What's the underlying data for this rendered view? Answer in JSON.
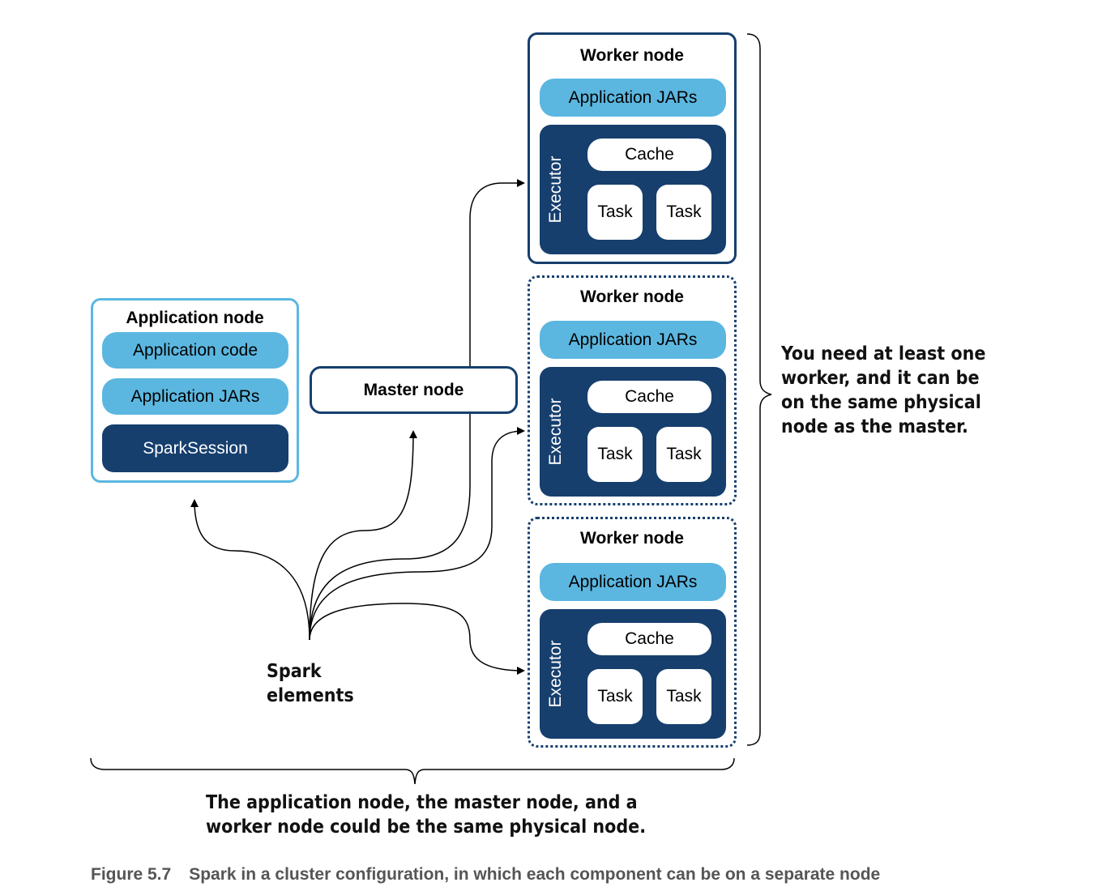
{
  "application_node": {
    "title": "Application node",
    "items": [
      "Application code",
      "Application JARs",
      "SparkSession"
    ]
  },
  "master_node": {
    "label": "Master node"
  },
  "workers": [
    {
      "title": "Worker node",
      "jars": "Application JARs",
      "executor": "Executor",
      "cache": "Cache",
      "tasks": [
        "Task",
        "Task"
      ]
    },
    {
      "title": "Worker node",
      "jars": "Application JARs",
      "executor": "Executor",
      "cache": "Cache",
      "tasks": [
        "Task",
        "Task"
      ]
    },
    {
      "title": "Worker node",
      "jars": "Application JARs",
      "executor": "Executor",
      "cache": "Cache",
      "tasks": [
        "Task",
        "Task"
      ]
    }
  ],
  "spark_elements_label": [
    "Spark",
    "elements"
  ],
  "right_annotation": [
    "You need at least one",
    "worker, and it can be",
    "on the same physical",
    "node as the master."
  ],
  "bottom_annotation": [
    "The application node, the master node, and a",
    "worker node could be the same physical node."
  ],
  "caption": {
    "number": "Figure 5.7",
    "text": "Spark in a cluster configuration, in which each component can be on a separate node"
  },
  "colors": {
    "dark_blue": "#163f6e",
    "light_blue": "#5bb7e0",
    "caption_gray": "#555555"
  }
}
